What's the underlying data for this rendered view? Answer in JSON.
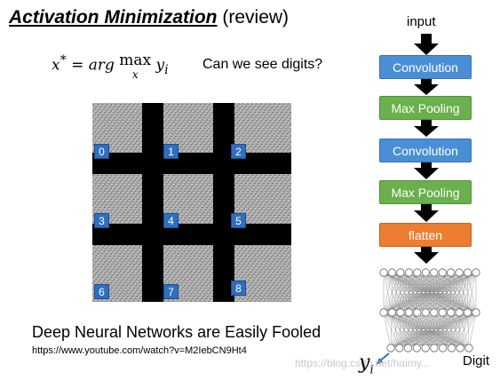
{
  "title": {
    "main": "Activation Minimization",
    "sub": "(review)"
  },
  "formula": {
    "lhs": "x",
    "sup": "*",
    "eq": "=",
    "fn": "arg",
    "op": "max",
    "op_sub": "x",
    "y": "y",
    "y_sub": "i"
  },
  "question": "Can we see digits?",
  "grid": {
    "labels": [
      "0",
      "1",
      "2",
      "3",
      "4",
      "5",
      "6",
      "7",
      "8"
    ]
  },
  "caption": "Deep Neural Networks are Easily Fooled",
  "url": "https://www.youtube.com/watch?v=M2IebCN9Ht4",
  "pipeline": {
    "input": "input",
    "stages": [
      {
        "label": "Convolution",
        "color": "#4a8fd6"
      },
      {
        "label": "Max Pooling",
        "color": "#6ab04c"
      },
      {
        "label": "Convolution",
        "color": "#4a8fd6"
      },
      {
        "label": "Max Pooling",
        "color": "#6ab04c"
      },
      {
        "label": "flatten",
        "color": "#ec7d31"
      }
    ],
    "output_label": "Digit",
    "output_var": "y",
    "output_var_sub": "i"
  },
  "watermark": "https://blog.csdn.net/haimy..."
}
